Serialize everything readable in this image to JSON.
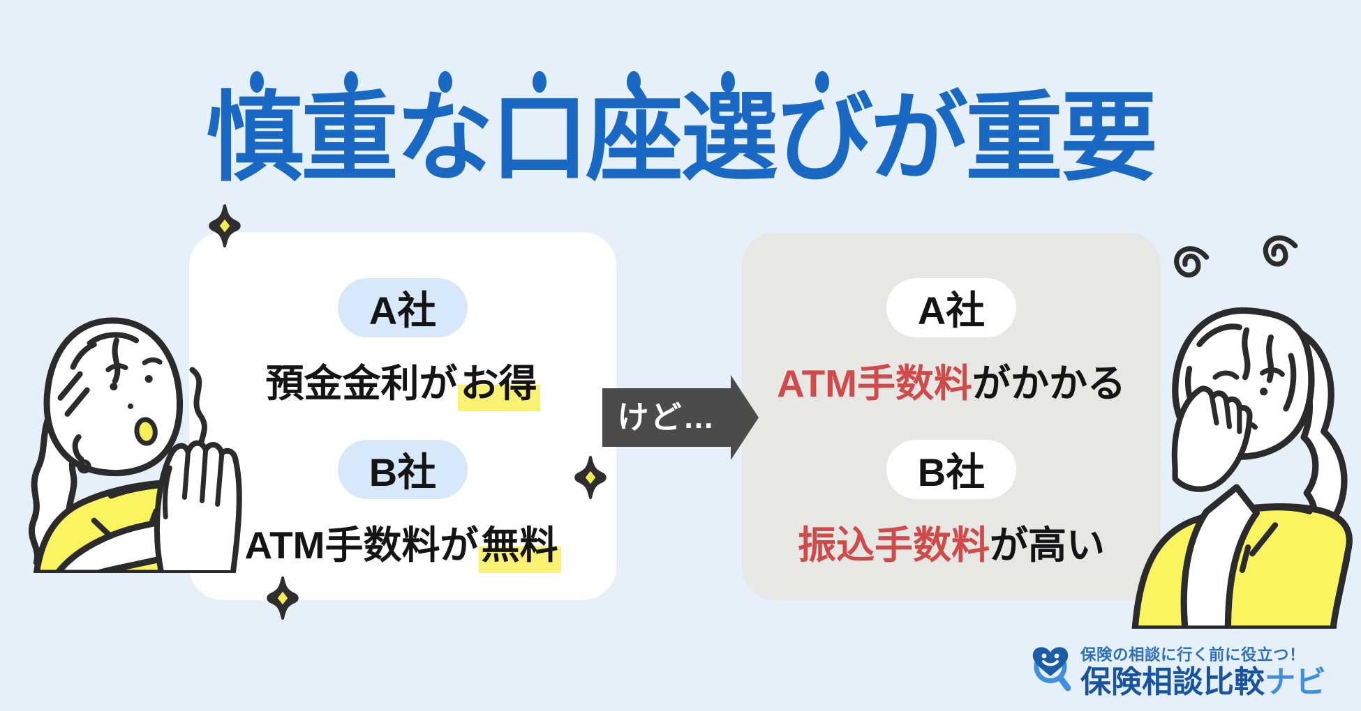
{
  "page": {
    "background": "#E5F0FB"
  },
  "title": {
    "text": "慎重な口座選びが重要",
    "color": "#1969C4",
    "emphasis_dots": 7
  },
  "left_card": {
    "background": "#FFFFFF",
    "pill_background": "#D7E8FA",
    "highlight_color": "#F8F171",
    "items": [
      {
        "company": "A社",
        "text_plain": "預金金利が",
        "text_highlight": "お得"
      },
      {
        "company": "B社",
        "text_plain": "ATM手数料が",
        "text_highlight": "無料"
      }
    ]
  },
  "arrow": {
    "label": "けど…",
    "background": "#4B4B4B",
    "text_color": "#FFFFFF"
  },
  "right_card": {
    "background": "#E7E7E4",
    "pill_background": "#FFFFFF",
    "accent_color": "#D04A4A",
    "items": [
      {
        "company": "A社",
        "text_accent": "ATM手数料",
        "text_plain": "がかかる"
      },
      {
        "company": "B社",
        "text_accent": "振込手数料",
        "text_plain": "が高い"
      }
    ]
  },
  "logo": {
    "tagline": "保険の相談に行く前に役立つ！",
    "name_main": "保険相談比較",
    "name_accent": "ナビ",
    "tagline_color": "#2D6FC0",
    "main_color": "#17539E",
    "accent_color": "#3E8EDD"
  },
  "illustrations": {
    "left_woman": "excited woman in yellow shirt clasping hands",
    "right_woman": "worried woman in yellow shirt with hand on cheek",
    "shirt_color": "#FAF45F",
    "line_color": "#2B2B2B",
    "sparkle_color": "#2E2E2E",
    "sparkle_center_color": "#F4ED53"
  }
}
